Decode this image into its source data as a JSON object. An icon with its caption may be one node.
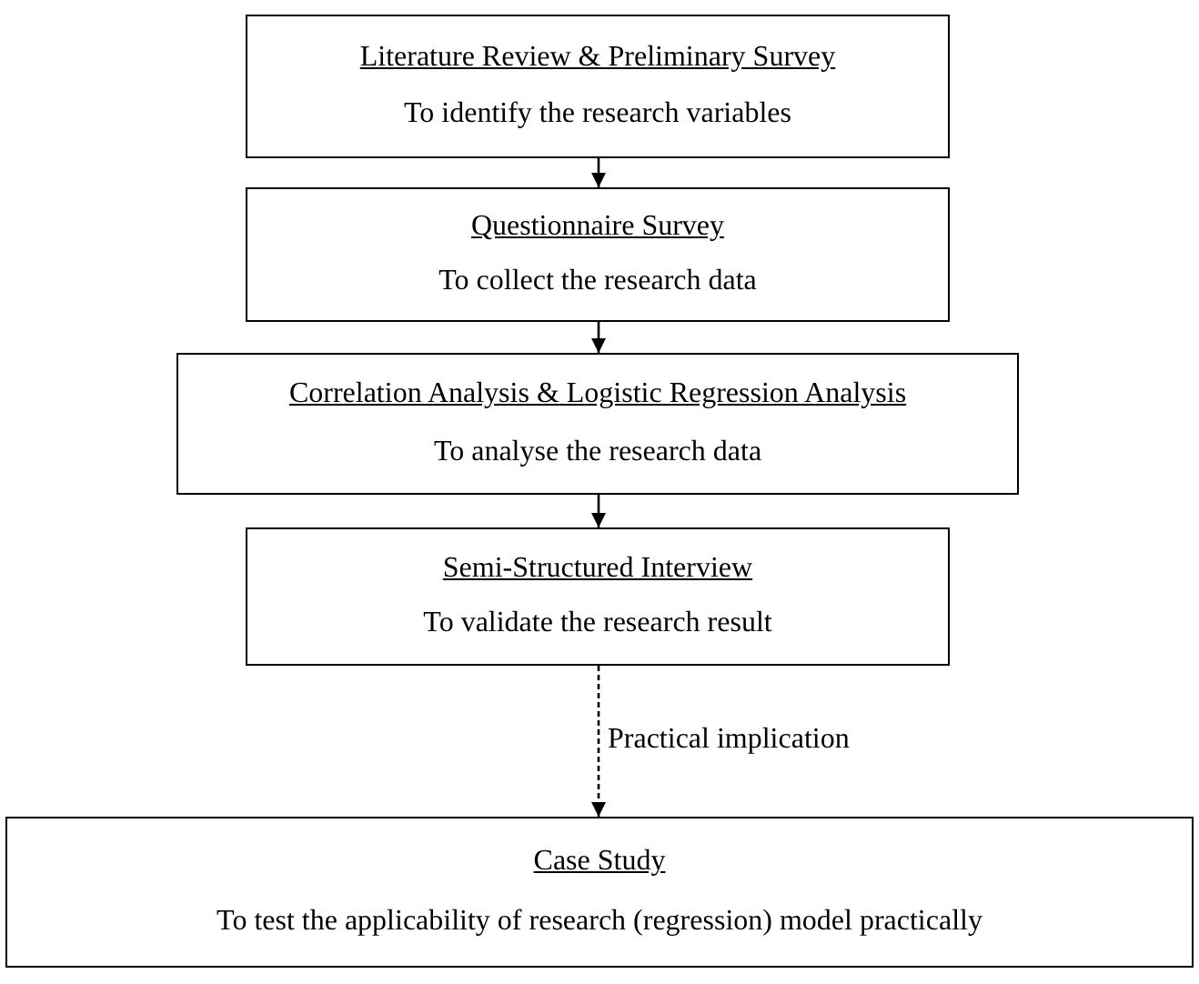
{
  "diagram": {
    "nodes": [
      {
        "text": [
          "Literature Review & Preliminary Survey",
          "To identify the research variables"
        ]
      },
      {
        "text": [
          "Questionnaire Survey",
          "To collect the research data"
        ]
      },
      {
        "text": [
          "Correlation Analysis & Logistic Regression Analysis",
          "To analyse the research data"
        ]
      },
      {
        "text": [
          "Semi-Structured Interview",
          "To validate the research result"
        ]
      },
      {
        "text": [
          "Case Study",
          "To test the applicability of research (regression) model practically"
        ]
      }
    ],
    "edges": [
      {
        "from": 0,
        "to": 1,
        "arrow": "to"
      },
      {
        "from": 1,
        "to": 2,
        "arrow": "to"
      },
      {
        "from": 2,
        "to": 3,
        "arrow": "to"
      },
      {
        "from": 3,
        "to": 4,
        "arrow": "to",
        "label": "Practical implication",
        "style": "dashed"
      }
    ]
  }
}
